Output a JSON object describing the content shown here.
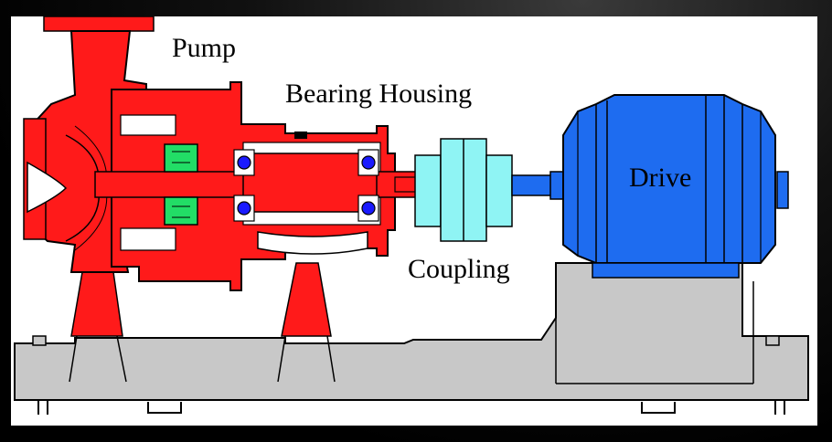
{
  "labels": {
    "pump": "Pump",
    "bearing_housing": "Bearing Housing",
    "coupling": "Coupling",
    "drive": "Drive"
  },
  "colors": {
    "pump_body": "#ff1a1a",
    "seal": "#22dd66",
    "bearing": "#1a1aff",
    "coupling": "#8ff4f4",
    "drive": "#1e6cf0",
    "baseplate": "#c8c8c8",
    "outline": "#000000"
  }
}
